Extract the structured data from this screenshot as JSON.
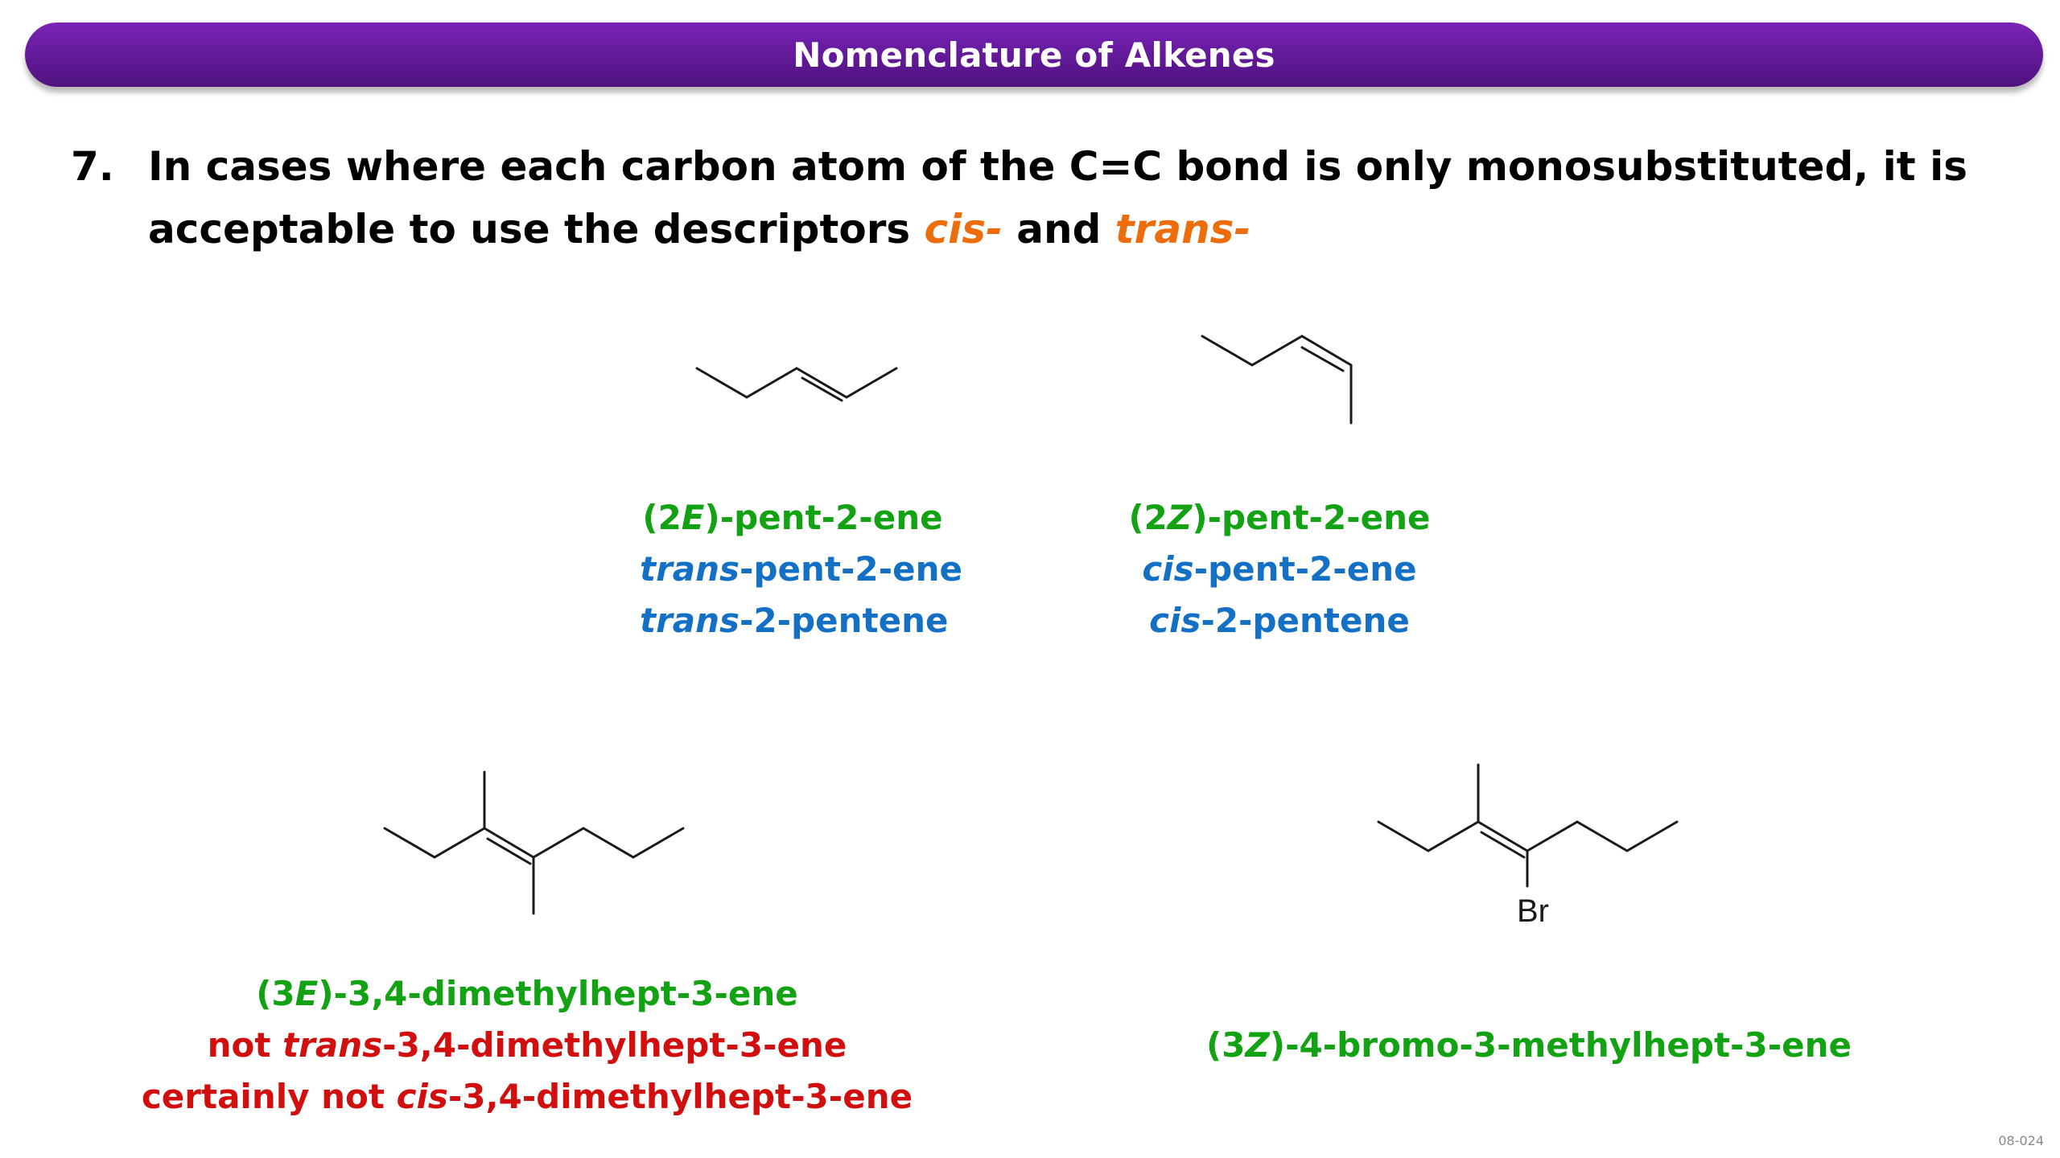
{
  "header": {
    "title": "Nomenclature of Alkenes"
  },
  "rule": {
    "number": "7.",
    "text_before": "In cases where each carbon atom of the C=C bond is only monosubstituted, it is acceptable to use the descriptors ",
    "term_cis": "cis-",
    "connector": " and ",
    "term_trans": "trans-"
  },
  "examples": [
    {
      "id": "trans-pentene",
      "lines": [
        {
          "parts": [
            "(2",
            "E",
            ")-pent-2-ene"
          ]
        },
        {
          "parts": [
            "trans",
            "-pent-2-ene"
          ]
        },
        {
          "parts": [
            "trans",
            "-2-pentene"
          ]
        }
      ]
    },
    {
      "id": "cis-pentene",
      "lines": [
        {
          "parts": [
            "(2",
            "Z",
            ")-pent-2-ene"
          ]
        },
        {
          "parts": [
            "cis",
            "-pent-2-ene"
          ]
        },
        {
          "parts": [
            "cis",
            "-2-pentene"
          ]
        }
      ]
    },
    {
      "id": "dimethylheptene",
      "lines": [
        {
          "parts": [
            "(3",
            "E",
            ")-3,4-dimethylhept-3-ene"
          ]
        },
        {
          "parts": [
            "not ",
            "trans",
            "-3,4-dimethylhept-3-ene"
          ]
        },
        {
          "parts": [
            "certainly not ",
            "cis",
            "-3,4-dimethylhept-3-ene"
          ]
        }
      ]
    },
    {
      "id": "bromo-methylheptene",
      "atom_label": "Br",
      "lines": [
        {
          "parts": [
            "(3",
            "Z",
            ")-4-bromo-3-methylhept-3-ene"
          ]
        }
      ]
    }
  ],
  "footer": {
    "slide_id": "08-024"
  },
  "colors": {
    "title_bar": "#611997",
    "emphasis_orange": "#ed6d0c",
    "green": "#13a213",
    "blue": "#1470c4",
    "red": "#d10f0f"
  }
}
